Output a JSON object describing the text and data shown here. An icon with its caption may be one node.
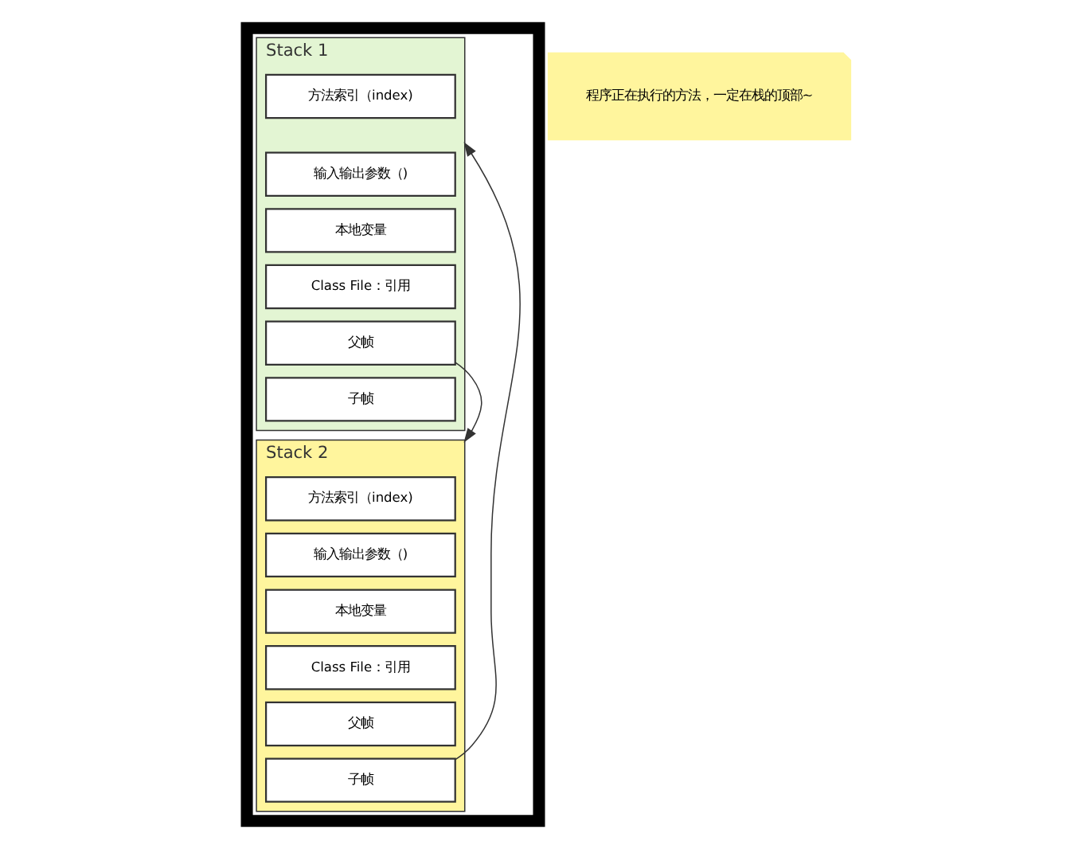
{
  "diagram": {
    "nodes": [
      {
        "text": [],
        "shape": "box"
      },
      {
        "text": [],
        "shape": "box",
        "in": 0,
        "beside": [
          "Stack 1"
        ]
      },
      {
        "text": [
          "方法索引（index)"
        ],
        "in": 1
      },
      {
        "text": [
          "输入输出参数（)"
        ],
        "in": 1
      },
      {
        "text": [
          "本地变量"
        ],
        "in": 1
      },
      {
        "text": [
          "Class File：引用"
        ],
        "in": 1
      },
      {
        "text": [
          "父帧"
        ],
        "in": 1
      },
      {
        "text": [
          "子帧"
        ],
        "in": 1
      },
      {
        "text": [],
        "shape": "box",
        "in": 0,
        "beside": [
          "Stack 2"
        ]
      },
      {
        "text": [
          "方法索引（index)"
        ],
        "in": 8
      },
      {
        "text": [
          "输入输出参数（)"
        ],
        "in": 8
      },
      {
        "text": [
          "本地变量"
        ],
        "in": 8
      },
      {
        "text": [
          "Class File：引用"
        ],
        "in": 8
      },
      {
        "text": [
          "父帧"
        ],
        "in": 8
      },
      {
        "text": [
          "子帧"
        ],
        "in": 8
      },
      {
        "text": [
          "程序正在执行的方法，一定在栈的顶部~"
        ]
      }
    ],
    "edges": [
      {
        "from": 6,
        "to": 8,
        "arrow": "to"
      },
      {
        "from": 14,
        "to": 1,
        "arrow": "to"
      }
    ]
  }
}
